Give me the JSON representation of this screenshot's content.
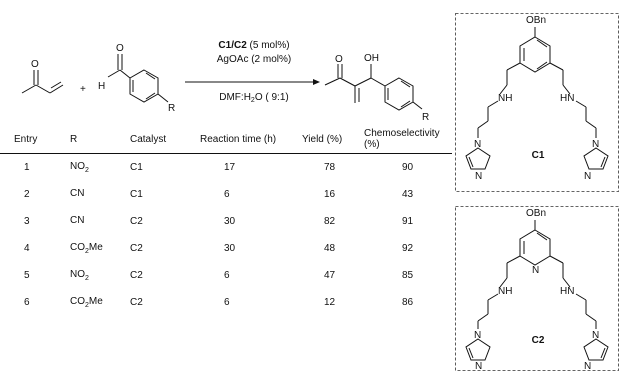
{
  "scheme": {
    "plus": "+",
    "reactant_ketone_O": "O",
    "reactant_aldehyde_O": "O",
    "reactant_aldehyde_H": "H",
    "reactant_R": "R",
    "product_O": "O",
    "product_OH": "OH",
    "product_R": "R",
    "conditions": {
      "catalyst": "C1/C2",
      "catalyst_amount": " (5 mol%)",
      "additive": "AgOAc (2 mol%)",
      "solvent_pre": "DMF:H",
      "solvent_sub": "2",
      "solvent_post": "O ( 9:1)"
    }
  },
  "catalysts": [
    {
      "label": "C1",
      "obn": "OBn",
      "nh_left": "NH",
      "nh_right": "HN",
      "n_left": "N",
      "n_right": "N",
      "n_ring_left": "N",
      "n_ring_right": "N"
    },
    {
      "label": "C2",
      "obn": "OBn",
      "pyridine_n": "N",
      "nh_left": "NH",
      "nh_right": "HN",
      "n_left": "N",
      "n_right": "N",
      "n_ring_left": "N",
      "n_ring_right": "N"
    }
  ],
  "table": {
    "headers": [
      "Entry",
      "R",
      "Catalyst",
      "Reaction time (h)",
      "Yield (%)",
      "Chemoselectivity (%)"
    ],
    "rows": [
      {
        "entry": "1",
        "r_main": "NO",
        "r_sub": "2",
        "r_tail": "",
        "catalyst": "C1",
        "time": "17",
        "yield": "78",
        "chemoselectivity": "90"
      },
      {
        "entry": "2",
        "r_main": "CN",
        "r_sub": "",
        "r_tail": "",
        "catalyst": "C1",
        "time": "6",
        "yield": "16",
        "chemoselectivity": "43"
      },
      {
        "entry": "3",
        "r_main": "CN",
        "r_sub": "",
        "r_tail": "",
        "catalyst": "C2",
        "time": "30",
        "yield": "82",
        "chemoselectivity": "91"
      },
      {
        "entry": "4",
        "r_main": "CO",
        "r_sub": "2",
        "r_tail": "Me",
        "catalyst": "C2",
        "time": "30",
        "yield": "48",
        "chemoselectivity": "92"
      },
      {
        "entry": "5",
        "r_main": "NO",
        "r_sub": "2",
        "r_tail": "",
        "catalyst": "C2",
        "time": "6",
        "yield": "47",
        "chemoselectivity": "85"
      },
      {
        "entry": "6",
        "r_main": "CO",
        "r_sub": "2",
        "r_tail": "Me",
        "catalyst": "C2",
        "time": "6",
        "yield": "12",
        "chemoselectivity": "86"
      }
    ]
  },
  "colors": {
    "ink": "#111111",
    "frame": "#333333"
  }
}
